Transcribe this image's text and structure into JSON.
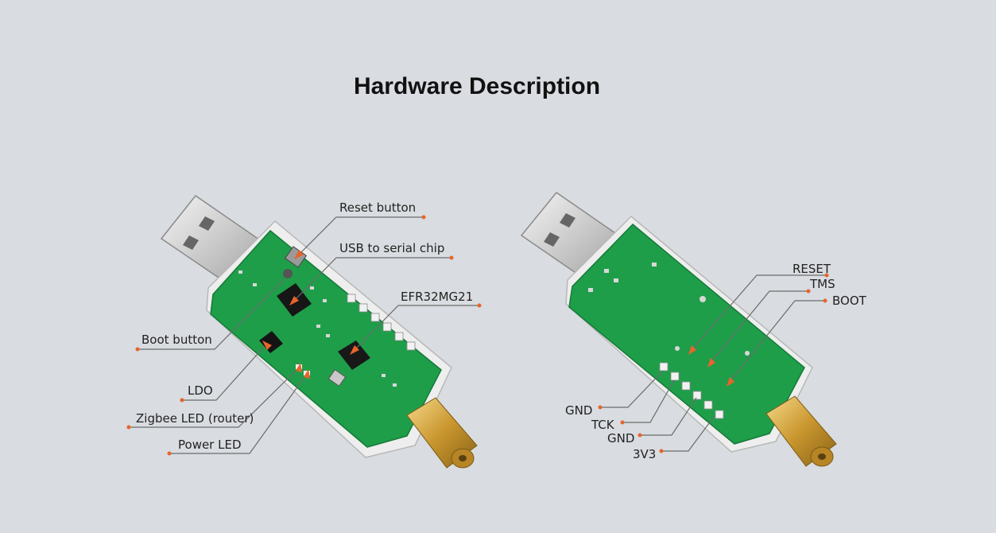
{
  "title": "Hardware Description",
  "colors": {
    "accent": "#e8642a",
    "pcb": "#1f9e4a",
    "background": "#d9dce0"
  },
  "front_labels": {
    "reset_button": "Reset button",
    "usb_serial": "USB to serial chip",
    "efr32": "EFR32MG21",
    "boot_button": "Boot button",
    "ldo": "LDO",
    "zigbee_led": "Zigbee LED (router)",
    "power_led": "Power LED"
  },
  "back_labels": {
    "reset": "RESET",
    "tms": "TMS",
    "boot": "BOOT",
    "gnd1": "GND",
    "tck": "TCK",
    "gnd2": "GND",
    "v3v3": "3V3"
  }
}
